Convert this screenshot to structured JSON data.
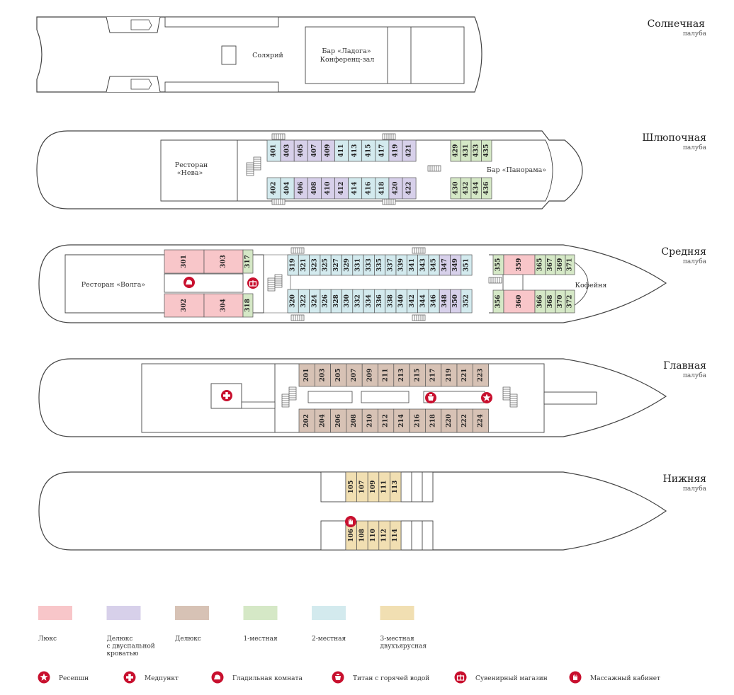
{
  "colors": {
    "lux": "#f8c6c9",
    "deluxe_double": "#d7d0ea",
    "deluxe": "#d7c2b5",
    "single": "#d5e8c6",
    "double": "#d3eaee",
    "triple": "#f1dfb2",
    "accent": "#c8102e"
  },
  "decks": [
    {
      "key": "sun",
      "title": "Солнечная",
      "sub": "палуба"
    },
    {
      "key": "boat",
      "title": "Шлюпочная",
      "sub": "палуба"
    },
    {
      "key": "mid",
      "title": "Средняя",
      "sub": "палуба"
    },
    {
      "key": "main",
      "title": "Главная",
      "sub": "палуба"
    },
    {
      "key": "lower",
      "title": "Нижняя",
      "sub": "палуба"
    }
  ],
  "venues": {
    "solarium": "Солярий",
    "bar_ladoga": [
      "Бар «Ладога»",
      "Конференц-зал"
    ],
    "rest_neva": [
      "Ресторан",
      "«Нева»"
    ],
    "bar_panorama": "Бар «Панорама»",
    "rest_volga": "Ресторан «Волга»",
    "coffee": "Кофейня"
  },
  "cabins": {
    "boat_top": [
      {
        "n": "401",
        "t": "double"
      },
      {
        "n": "403",
        "t": "deluxe_double"
      },
      {
        "n": "405",
        "t": "deluxe_double"
      },
      {
        "n": "407",
        "t": "deluxe_double"
      },
      {
        "n": "409",
        "t": "deluxe_double"
      },
      {
        "n": "411",
        "t": "double"
      },
      {
        "n": "413",
        "t": "double"
      },
      {
        "n": "415",
        "t": "double"
      },
      {
        "n": "417",
        "t": "double"
      },
      {
        "n": "419",
        "t": "deluxe_double"
      },
      {
        "n": "421",
        "t": "deluxe_double"
      }
    ],
    "boat_bottom": [
      {
        "n": "402",
        "t": "double"
      },
      {
        "n": "404",
        "t": "double"
      },
      {
        "n": "406",
        "t": "deluxe_double"
      },
      {
        "n": "408",
        "t": "deluxe_double"
      },
      {
        "n": "410",
        "t": "deluxe_double"
      },
      {
        "n": "412",
        "t": "deluxe_double"
      },
      {
        "n": "414",
        "t": "double"
      },
      {
        "n": "416",
        "t": "double"
      },
      {
        "n": "418",
        "t": "double"
      },
      {
        "n": "420",
        "t": "deluxe_double"
      },
      {
        "n": "422",
        "t": "deluxe_double"
      }
    ],
    "boat_fwd_top": [
      {
        "n": "429",
        "t": "single"
      },
      {
        "n": "431",
        "t": "single"
      },
      {
        "n": "433",
        "t": "single"
      },
      {
        "n": "435",
        "t": "single"
      }
    ],
    "boat_fwd_bottom": [
      {
        "n": "430",
        "t": "single"
      },
      {
        "n": "432",
        "t": "single"
      },
      {
        "n": "434",
        "t": "single"
      },
      {
        "n": "436",
        "t": "single"
      }
    ],
    "mid_aft_top": [
      {
        "n": "301",
        "t": "lux"
      },
      {
        "n": "303",
        "t": "lux"
      },
      {
        "n": "317",
        "t": "single"
      }
    ],
    "mid_aft_bottom": [
      {
        "n": "302",
        "t": "lux"
      },
      {
        "n": "304",
        "t": "lux"
      },
      {
        "n": "318",
        "t": "single"
      }
    ],
    "mid_top": [
      {
        "n": "319",
        "t": "double"
      },
      {
        "n": "321",
        "t": "double"
      },
      {
        "n": "323",
        "t": "double"
      },
      {
        "n": "325",
        "t": "double"
      },
      {
        "n": "327",
        "t": "double"
      },
      {
        "n": "329",
        "t": "double"
      },
      {
        "n": "331",
        "t": "double"
      },
      {
        "n": "333",
        "t": "double"
      },
      {
        "n": "335",
        "t": "double"
      },
      {
        "n": "337",
        "t": "double"
      },
      {
        "n": "339",
        "t": "double"
      },
      {
        "n": "341",
        "t": "double"
      },
      {
        "n": "343",
        "t": "double"
      },
      {
        "n": "345",
        "t": "double"
      },
      {
        "n": "347",
        "t": "deluxe_double"
      },
      {
        "n": "349",
        "t": "deluxe_double"
      },
      {
        "n": "351",
        "t": "double"
      }
    ],
    "mid_bottom": [
      {
        "n": "320",
        "t": "double"
      },
      {
        "n": "322",
        "t": "double"
      },
      {
        "n": "324",
        "t": "double"
      },
      {
        "n": "326",
        "t": "double"
      },
      {
        "n": "328",
        "t": "double"
      },
      {
        "n": "330",
        "t": "double"
      },
      {
        "n": "332",
        "t": "double"
      },
      {
        "n": "334",
        "t": "double"
      },
      {
        "n": "336",
        "t": "double"
      },
      {
        "n": "338",
        "t": "double"
      },
      {
        "n": "340",
        "t": "double"
      },
      {
        "n": "342",
        "t": "double"
      },
      {
        "n": "344",
        "t": "double"
      },
      {
        "n": "346",
        "t": "double"
      },
      {
        "n": "348",
        "t": "deluxe_double"
      },
      {
        "n": "350",
        "t": "deluxe_double"
      },
      {
        "n": "352",
        "t": "double"
      }
    ],
    "mid_fwd_top": [
      {
        "n": "355",
        "t": "single"
      },
      {
        "n": "359",
        "t": "lux"
      },
      {
        "n": "365",
        "t": "single"
      },
      {
        "n": "367",
        "t": "single"
      },
      {
        "n": "369",
        "t": "single"
      },
      {
        "n": "371",
        "t": "single"
      }
    ],
    "mid_fwd_bottom": [
      {
        "n": "356",
        "t": "single"
      },
      {
        "n": "360",
        "t": "lux"
      },
      {
        "n": "366",
        "t": "single"
      },
      {
        "n": "368",
        "t": "single"
      },
      {
        "n": "370",
        "t": "single"
      },
      {
        "n": "372",
        "t": "single"
      }
    ],
    "main_top": [
      {
        "n": "201",
        "t": "deluxe"
      },
      {
        "n": "203",
        "t": "deluxe"
      },
      {
        "n": "205",
        "t": "deluxe"
      },
      {
        "n": "207",
        "t": "deluxe"
      },
      {
        "n": "209",
        "t": "deluxe"
      },
      {
        "n": "211",
        "t": "deluxe"
      },
      {
        "n": "213",
        "t": "deluxe"
      },
      {
        "n": "215",
        "t": "deluxe"
      },
      {
        "n": "217",
        "t": "deluxe"
      },
      {
        "n": "219",
        "t": "deluxe"
      },
      {
        "n": "221",
        "t": "deluxe"
      },
      {
        "n": "223",
        "t": "deluxe"
      }
    ],
    "main_bottom": [
      {
        "n": "202",
        "t": "deluxe"
      },
      {
        "n": "204",
        "t": "deluxe"
      },
      {
        "n": "206",
        "t": "deluxe"
      },
      {
        "n": "208",
        "t": "deluxe"
      },
      {
        "n": "210",
        "t": "deluxe"
      },
      {
        "n": "212",
        "t": "deluxe"
      },
      {
        "n": "214",
        "t": "deluxe"
      },
      {
        "n": "216",
        "t": "deluxe"
      },
      {
        "n": "218",
        "t": "deluxe"
      },
      {
        "n": "220",
        "t": "deluxe"
      },
      {
        "n": "222",
        "t": "deluxe"
      },
      {
        "n": "224",
        "t": "deluxe"
      }
    ],
    "lower_top": [
      {
        "n": "105",
        "t": "triple"
      },
      {
        "n": "107",
        "t": "triple"
      },
      {
        "n": "109",
        "t": "triple"
      },
      {
        "n": "111",
        "t": "triple"
      },
      {
        "n": "113",
        "t": "triple"
      }
    ],
    "lower_bottom": [
      {
        "n": "106",
        "t": "triple"
      },
      {
        "n": "108",
        "t": "triple"
      },
      {
        "n": "110",
        "t": "triple"
      },
      {
        "n": "112",
        "t": "triple"
      },
      {
        "n": "114",
        "t": "triple"
      }
    ]
  },
  "legend": {
    "cabin_types": [
      {
        "key": "lux",
        "lines": [
          "Люкс"
        ]
      },
      {
        "key": "deluxe_double",
        "lines": [
          "Делюкс",
          "с двуспальной",
          "кроватью"
        ]
      },
      {
        "key": "deluxe",
        "lines": [
          "Делюкс"
        ]
      },
      {
        "key": "single",
        "lines": [
          "1-местная"
        ]
      },
      {
        "key": "double",
        "lines": [
          "2-местная"
        ]
      },
      {
        "key": "triple",
        "lines": [
          "3-местная",
          "двухъярусная"
        ]
      }
    ],
    "services": [
      {
        "icon": "star-icon",
        "label": "Ресепшн"
      },
      {
        "icon": "medical-cross-icon",
        "label": "Медпункт"
      },
      {
        "icon": "iron-icon",
        "label": "Гладильная комната"
      },
      {
        "icon": "hot-water-icon",
        "label": "Титан с горячей водой"
      },
      {
        "icon": "gift-icon",
        "label": "Сувенирный магазин"
      },
      {
        "icon": "massage-hand-icon",
        "label": "Массажный кабинет"
      }
    ]
  }
}
